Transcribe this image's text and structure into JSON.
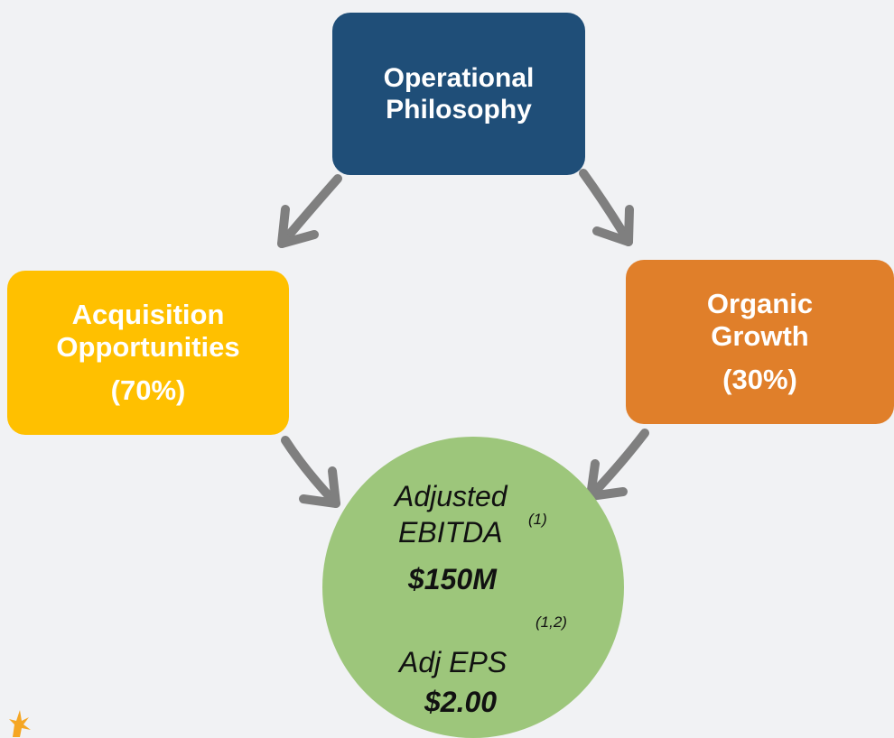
{
  "top_box": {
    "line1": "Operational",
    "line2": "Philosophy",
    "color": "#1f4e78"
  },
  "left_box": {
    "line1": "Acquisition",
    "line2": "Opportunities",
    "pct": "(70%)",
    "color": "#ffc000"
  },
  "right_box": {
    "line1": "Organic",
    "line2": "Growth",
    "pct": "(30%)",
    "color": "#e07f2a"
  },
  "circle": {
    "color": "#9dc67b",
    "adjusted": "Adjusted",
    "ebitda": "EBITDA",
    "ebitda_note": "(1)",
    "ebitda_value": "$150M",
    "eps_note": "(1,2)",
    "eps_label": "Adj EPS",
    "eps_value": "$2.00"
  },
  "arrow_color": "#7f7f7f",
  "arrow_icon": "curved-arrow-icon",
  "corner_icon": "sunburst-icon"
}
